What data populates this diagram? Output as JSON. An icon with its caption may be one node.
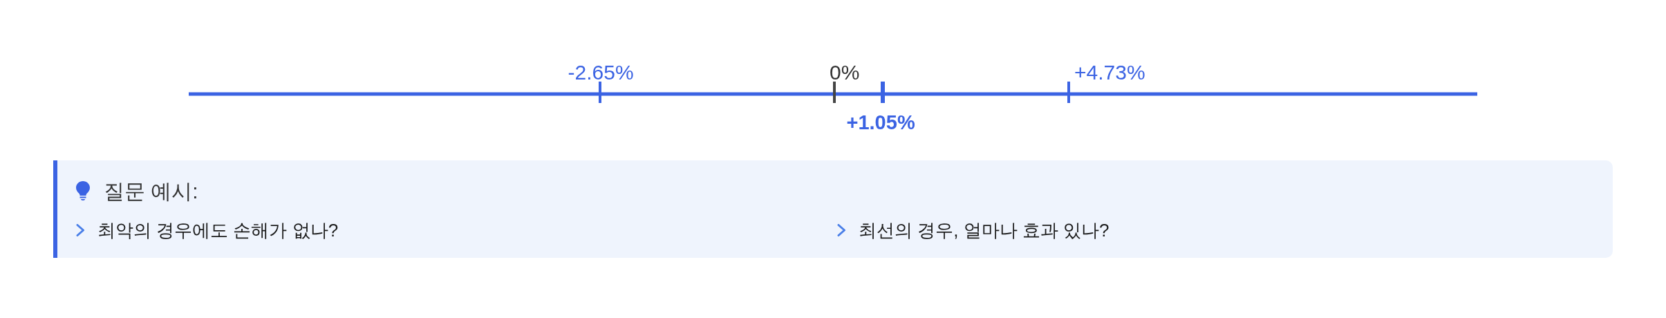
{
  "diagram": {
    "nodes": [
      {
        "text": [
          "질문 예시:",
          "최악의 경우에도 손해가 없나?",
          "최선의 경우, 얼마나 효과 있나?"
        ]
      }
    ],
    "labels": [
      "-2.65%",
      "0%",
      "+4.73%",
      "+1.05%"
    ]
  }
}
